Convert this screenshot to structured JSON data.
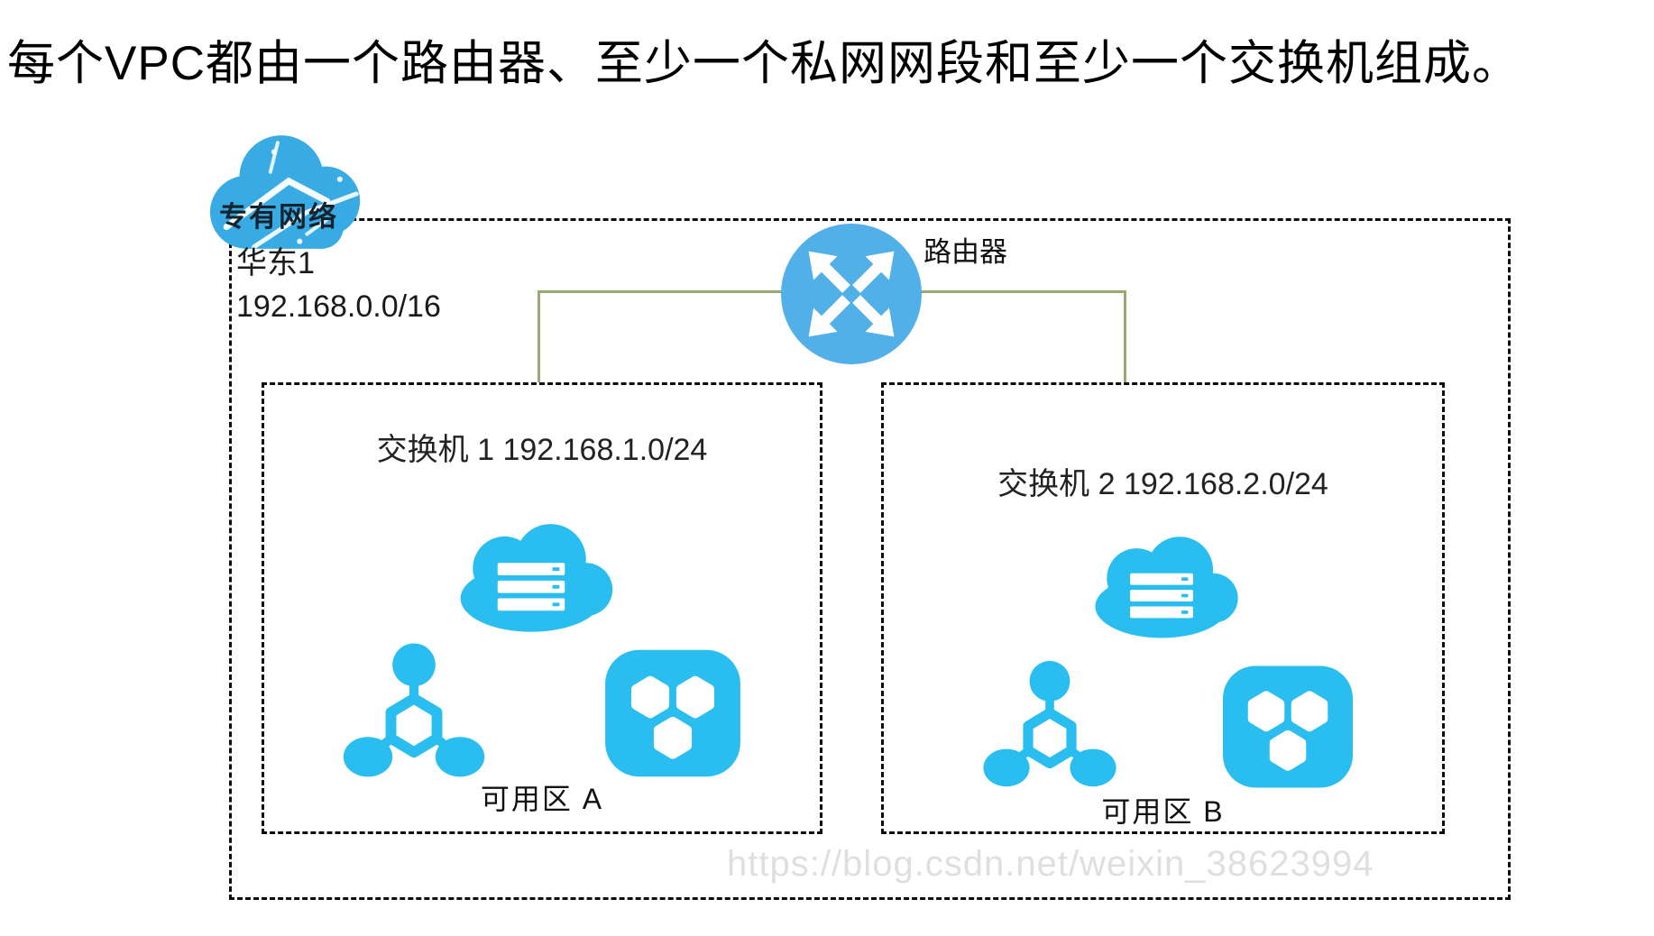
{
  "title": "每个VPC都由一个路由器、至少一个私网网段和至少一个交换机组成。",
  "vpc": {
    "label": "专有网络",
    "region": "华东1",
    "cidr": "192.168.0.0/16",
    "router_label": "路由器"
  },
  "zones": [
    {
      "switch_label": "交换机 1 192.168.1.0/24",
      "zone_label": "可用区 A"
    },
    {
      "switch_label": "交换机 2 192.168.2.0/24",
      "zone_label": "可用区 B"
    }
  ],
  "watermark": "https://blog.csdn.net/weixin_38623994",
  "icons": {
    "vpc_cloud": "vpc-cloud-icon",
    "router": "router-arrows-icon",
    "cloud_server": "cloud-server-icon",
    "network_nodes": "network-nodes-icon",
    "security_group": "security-group-icon"
  },
  "colors": {
    "icon_cyan": "#29bdf0",
    "router_blue": "#52b0e9",
    "vpc_cloud_blue": "#38abe4",
    "connector_green": "#98a973",
    "border_black": "#0c0c0c",
    "watermark_gray": "#c8c8c8"
  }
}
